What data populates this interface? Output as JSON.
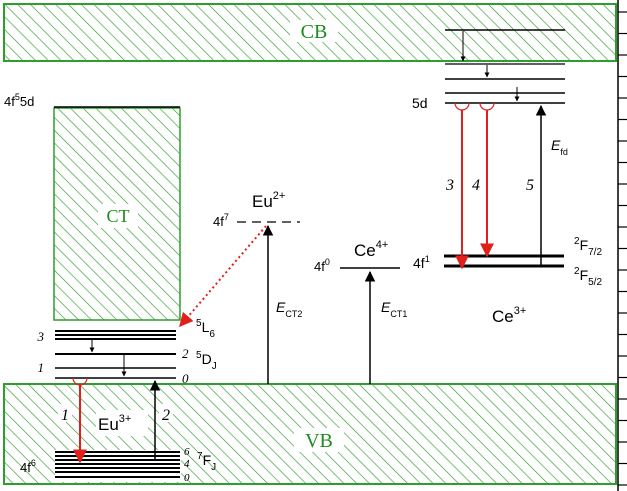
{
  "bands": {
    "cb": "CB",
    "vb": "VB",
    "ct": "CT"
  },
  "eu3": {
    "config_excited": "4f",
    "config_excited_sup": "5",
    "config_excited_tail": "5d",
    "ground_config": "4f",
    "ground_config_sup": "6",
    "ion": "Eu",
    "ion_sup": "3+",
    "levels": {
      "L6_num": "3",
      "L6_term_sup": "5",
      "L6_term": "L",
      "L6_term_sub": "6",
      "D2_num": "2",
      "D_term_sup": "5",
      "D_term": "D",
      "D_term_sub": "J",
      "D1_num": "1",
      "D0_num": "0",
      "F6_num": "6",
      "F4_num": "4",
      "F0_num": "0",
      "F_term_sup": "7",
      "F_term": "F",
      "F_term_sub": "J"
    },
    "transition_1": "1",
    "transition_2": "2"
  },
  "eu2": {
    "ion": "Eu",
    "ion_sup": "2+",
    "config": "4f",
    "config_sup": "7",
    "energy": "E",
    "energy_sub": "CT2"
  },
  "ce4": {
    "ion": "Ce",
    "ion_sup": "4+",
    "config": "4f",
    "config_sup": "0",
    "energy": "E",
    "energy_sub": "CT1"
  },
  "ce3": {
    "ion": "Ce",
    "ion_sup": "3+",
    "config_5d": "5d",
    "config_4f": "4f",
    "config_4f_sup": "1",
    "F72_sup": "2",
    "F72_term": "F",
    "F72_sub": "7/2",
    "F52_sup": "2",
    "F52_term": "F",
    "F52_sub": "5/2",
    "energy": "E",
    "energy_sub": "fd",
    "transition_3": "3",
    "transition_4": "4",
    "transition_5": "5"
  },
  "colors": {
    "hatch": "#2e9e2e",
    "band_label": "#1f8a1f",
    "emission_red": "#e0201c",
    "line": "#000000"
  }
}
